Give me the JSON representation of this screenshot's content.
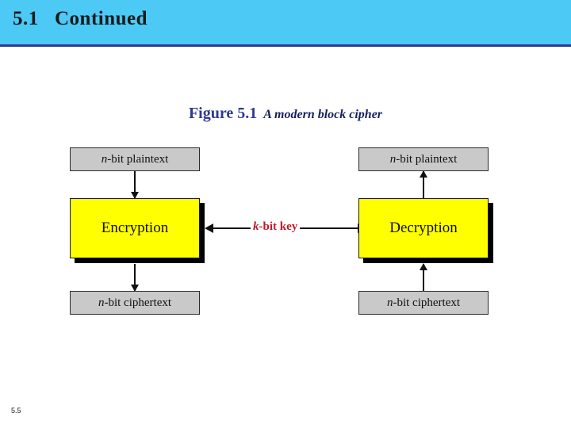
{
  "header": {
    "title": "5.1   Continued",
    "band_color": "#4cc9f5",
    "rule_color": "#2f3a8f"
  },
  "figure": {
    "label": "Figure 5.1",
    "caption": "A modern block cipher"
  },
  "diagram": {
    "left": {
      "top_box": "n-bit plaintext",
      "engine": "Encryption",
      "bottom_box": "n-bit ciphertext"
    },
    "right": {
      "top_box": "n-bit plaintext",
      "engine": "Decryption",
      "bottom_box": "n-bit ciphertext"
    },
    "key_label": "k-bit key",
    "key_label_color": "#c2182b",
    "engine_fill": "#ffff00",
    "text_box_fill": "#c9c9c9"
  },
  "footer": {
    "slide_number": "5.5"
  }
}
